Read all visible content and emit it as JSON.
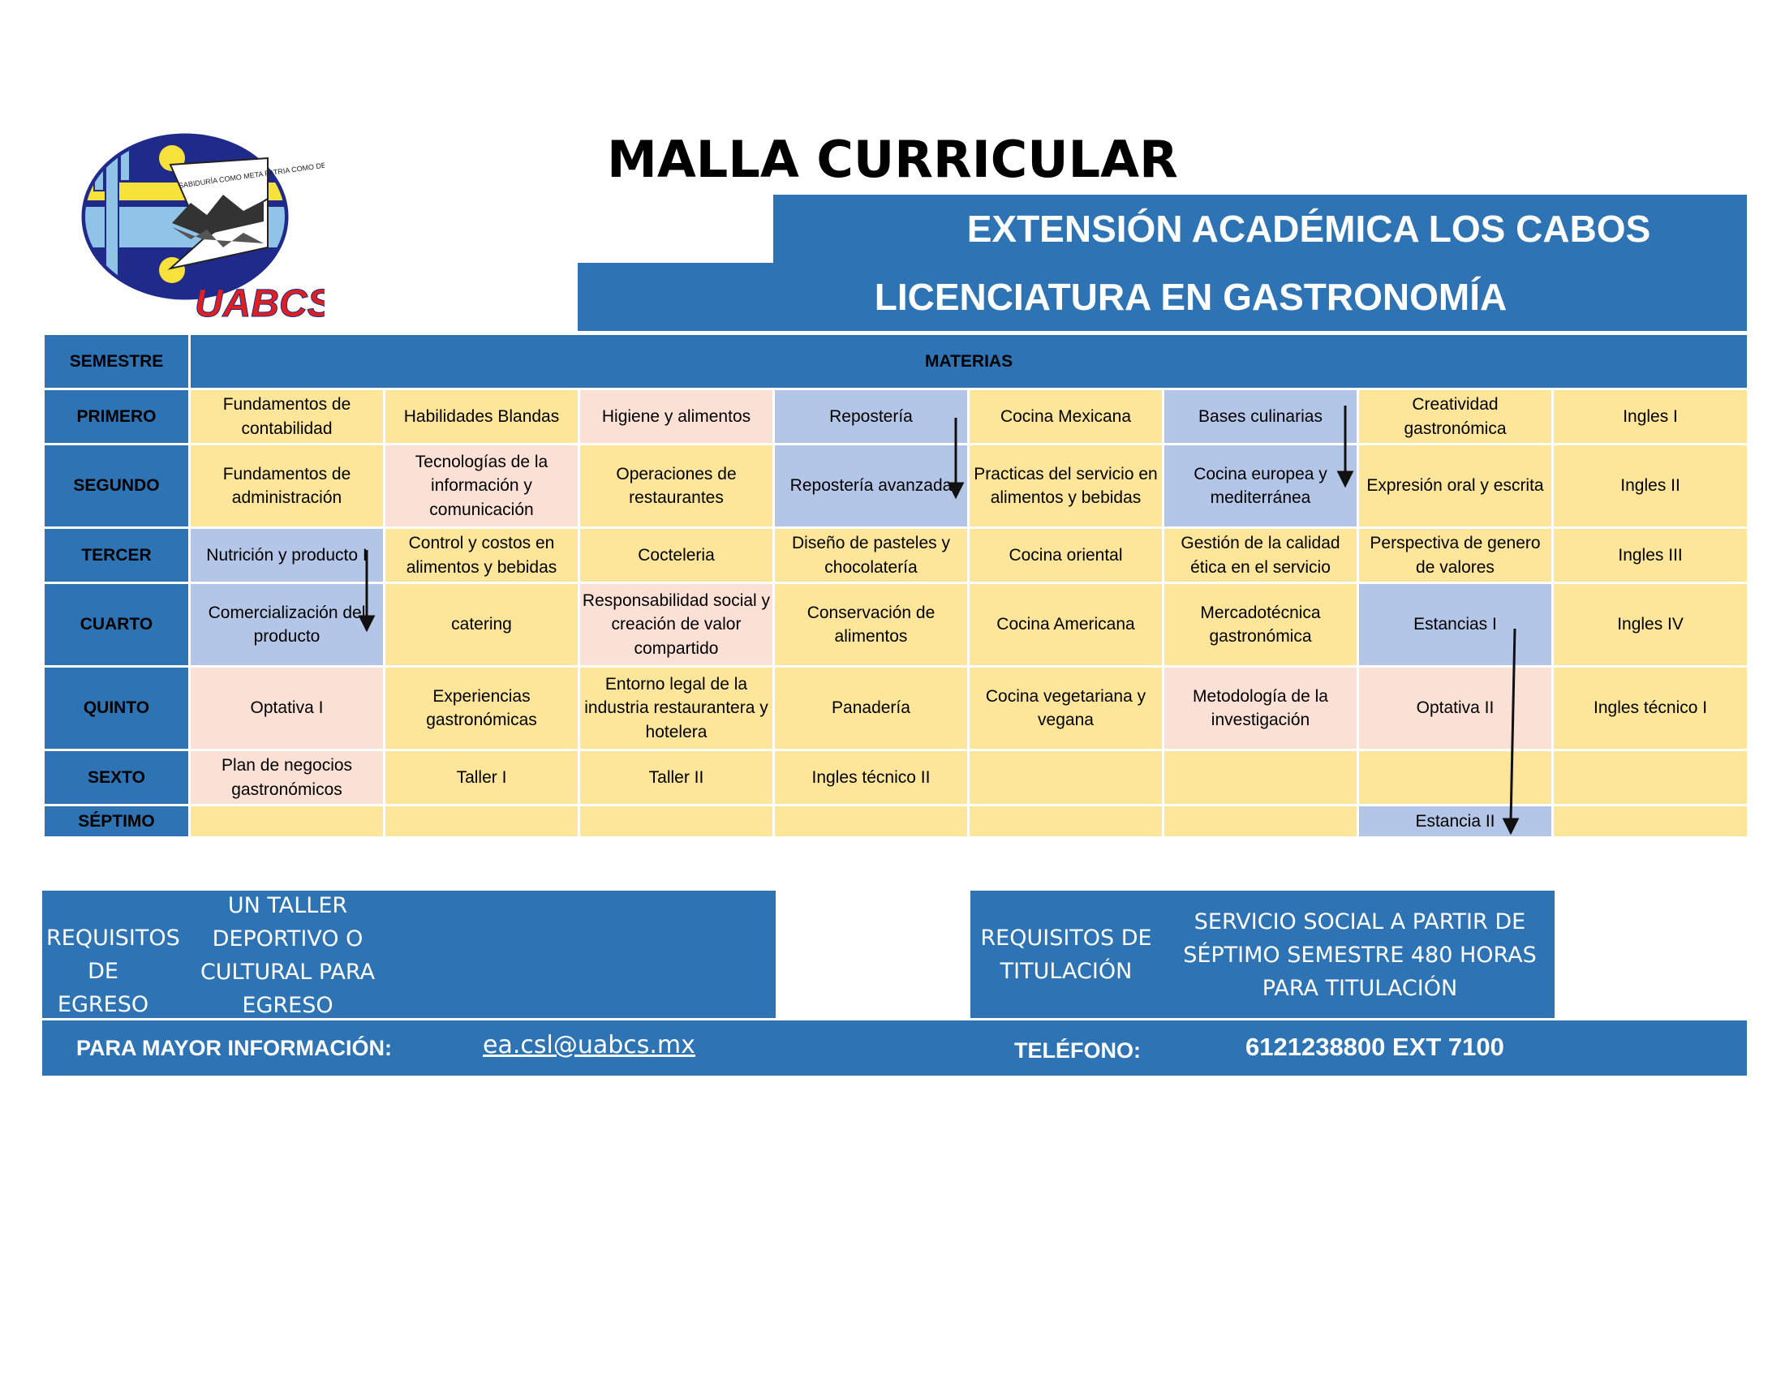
{
  "title": "MALLA CURRICULAR",
  "subtitle_campus": "EXTENSIÓN ACADÉMICA LOS CABOS",
  "subtitle_program": "LICENCIATURA EN GASTRONOMÍA",
  "logo": {
    "text": "UABCS",
    "motto": "SABIDURÍA COMO META PATRIA COMO DESTINO",
    "colors": {
      "navy": "#1f2a8a",
      "yellow": "#f7e23c",
      "sky": "#8fc3e8",
      "red": "#e02020"
    }
  },
  "table": {
    "header_semestre": "SEMESTRE",
    "header_materias": "MATERIAS",
    "rows": [
      {
        "semestre": "PRIMERO",
        "materias": [
          {
            "text": "Fundamentos de contabilidad",
            "color": "y"
          },
          {
            "text": "Habilidades Blandas",
            "color": "y"
          },
          {
            "text": "Higiene y alimentos",
            "color": "p"
          },
          {
            "text": "Repostería",
            "color": "b"
          },
          {
            "text": "Cocina Mexicana",
            "color": "y"
          },
          {
            "text": "Bases culinarias",
            "color": "b"
          },
          {
            "text": "Creatividad gastronómica",
            "color": "y"
          },
          {
            "text": "Ingles I",
            "color": "y"
          }
        ]
      },
      {
        "semestre": "SEGUNDO",
        "materias": [
          {
            "text": "Fundamentos de administración",
            "color": "y"
          },
          {
            "text": "Tecnologías de la información y comunicación",
            "color": "p"
          },
          {
            "text": "Operaciones de restaurantes",
            "color": "y"
          },
          {
            "text": "Repostería avanzada",
            "color": "b"
          },
          {
            "text": "Practicas del servicio en alimentos y bebidas",
            "color": "y"
          },
          {
            "text": "Cocina europea y mediterránea",
            "color": "b"
          },
          {
            "text": "Expresión oral y escrita",
            "color": "y"
          },
          {
            "text": "Ingles II",
            "color": "y"
          }
        ]
      },
      {
        "semestre": "TERCER",
        "materias": [
          {
            "text": "Nutrición y producto I",
            "color": "b"
          },
          {
            "text": "Control y costos en alimentos y bebidas",
            "color": "y"
          },
          {
            "text": "Cocteleria",
            "color": "y"
          },
          {
            "text": "Diseño de pasteles y chocolatería",
            "color": "y"
          },
          {
            "text": "Cocina oriental",
            "color": "y"
          },
          {
            "text": "Gestión de la calidad ética en el servicio",
            "color": "y"
          },
          {
            "text": "Perspectiva de genero de valores",
            "color": "y"
          },
          {
            "text": "Ingles III",
            "color": "y"
          }
        ]
      },
      {
        "semestre": "CUARTO",
        "materias": [
          {
            "text": "Comercialización del producto",
            "color": "b"
          },
          {
            "text": "catering",
            "color": "y"
          },
          {
            "text": "Responsabilidad social y creación de valor compartido",
            "color": "p"
          },
          {
            "text": "Conservación de alimentos",
            "color": "y"
          },
          {
            "text": "Cocina Americana",
            "color": "y"
          },
          {
            "text": "Mercadotécnica gastronómica",
            "color": "y"
          },
          {
            "text": "Estancias I",
            "color": "b"
          },
          {
            "text": "Ingles IV",
            "color": "y"
          }
        ]
      },
      {
        "semestre": "QUINTO",
        "materias": [
          {
            "text": "Optativa I",
            "color": "p"
          },
          {
            "text": "Experiencias gastronómicas",
            "color": "y"
          },
          {
            "text": "Entorno legal de la industria restaurantera y hotelera",
            "color": "y"
          },
          {
            "text": "Panadería",
            "color": "y"
          },
          {
            "text": "Cocina vegetariana y vegana",
            "color": "y"
          },
          {
            "text": "Metodología de la investigación",
            "color": "p"
          },
          {
            "text": "Optativa II",
            "color": "p"
          },
          {
            "text": "Ingles técnico I",
            "color": "y"
          }
        ]
      },
      {
        "semestre": "SEXTO",
        "materias": [
          {
            "text": "Plan de negocios gastronómicos",
            "color": "p"
          },
          {
            "text": "Taller I",
            "color": "y"
          },
          {
            "text": "Taller II",
            "color": "y"
          },
          {
            "text": "Ingles técnico II",
            "color": "y"
          },
          {
            "text": "",
            "color": "y"
          },
          {
            "text": "",
            "color": "y"
          },
          {
            "text": "",
            "color": "y"
          },
          {
            "text": "",
            "color": "y"
          }
        ]
      },
      {
        "semestre": "SÉPTIMO",
        "materias": [
          {
            "text": "",
            "color": "y"
          },
          {
            "text": "",
            "color": "y"
          },
          {
            "text": "",
            "color": "y"
          },
          {
            "text": "",
            "color": "y"
          },
          {
            "text": "",
            "color": "y"
          },
          {
            "text": "",
            "color": "y"
          },
          {
            "text": "Estancia II",
            "color": "b"
          },
          {
            "text": "",
            "color": "y"
          }
        ]
      }
    ]
  },
  "egreso": {
    "label": "REQUISITOS DE EGRESO",
    "value": "UN TALLER DEPORTIVO O CULTURAL PARA EGRESO"
  },
  "titulacion": {
    "label": "REQUISITOS DE TITULACIÓN",
    "value": "SERVICIO SOCIAL A PARTIR DE SÉPTIMO SEMESTRE 480 HORAS PARA TITULACIÓN"
  },
  "footer": {
    "info_label": "PARA MAYOR INFORMACIÓN:",
    "email": "ea.csl@uabcs.mx",
    "phone_label": "TELÉFONO:",
    "phone": "6121238800 EXT 7100"
  },
  "colors": {
    "blue": "#2e74b5",
    "yellow": "#fde599",
    "pink": "#fbe0d6",
    "lavender": "#b4c6e7"
  }
}
